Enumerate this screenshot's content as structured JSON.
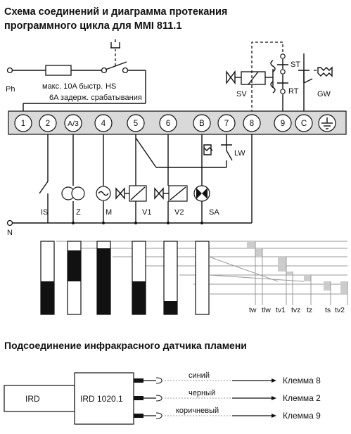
{
  "title": {
    "line1": "Схема соединений и диаграмма протекания",
    "line2": "программного цикла для MMI 811.1"
  },
  "top_labels": {
    "ph": "Ph",
    "fuse_text1": "макс. 10A быстр.",
    "fuse_text2": "6A задерж. срабатывания",
    "hs": "HS",
    "sv": "SV",
    "st": "ST",
    "rt": "RT",
    "gw": "GW",
    "lw": "LW"
  },
  "terminals": [
    "1",
    "2",
    "A/3",
    "4",
    "5",
    "6",
    "B",
    "7",
    "8",
    "9",
    "C"
  ],
  "ground_icon": "ground-icon",
  "device_labels": [
    "IS",
    "Z",
    "M",
    "V1",
    "V2",
    "SA"
  ],
  "neutral_label": "N",
  "timing_labels": [
    "tw",
    "tlw",
    "tv1",
    "tvz",
    "tz",
    "ts",
    "tv2"
  ],
  "section2_title": "Подсоединение инфракрасного датчика пламени",
  "ir": {
    "sensor": "IRD",
    "module": "IRD 1020.1",
    "wires": [
      {
        "color_name": "синий",
        "terminal": "Клемма 8"
      },
      {
        "color_name": "черный",
        "terminal": "Клемма 2"
      },
      {
        "color_name": "коричневый",
        "terminal": "Клемма 9"
      }
    ]
  },
  "colors": {
    "line": "#111111",
    "terminal_block": "#d9d9d9",
    "timing_gray": "#cccccc"
  }
}
